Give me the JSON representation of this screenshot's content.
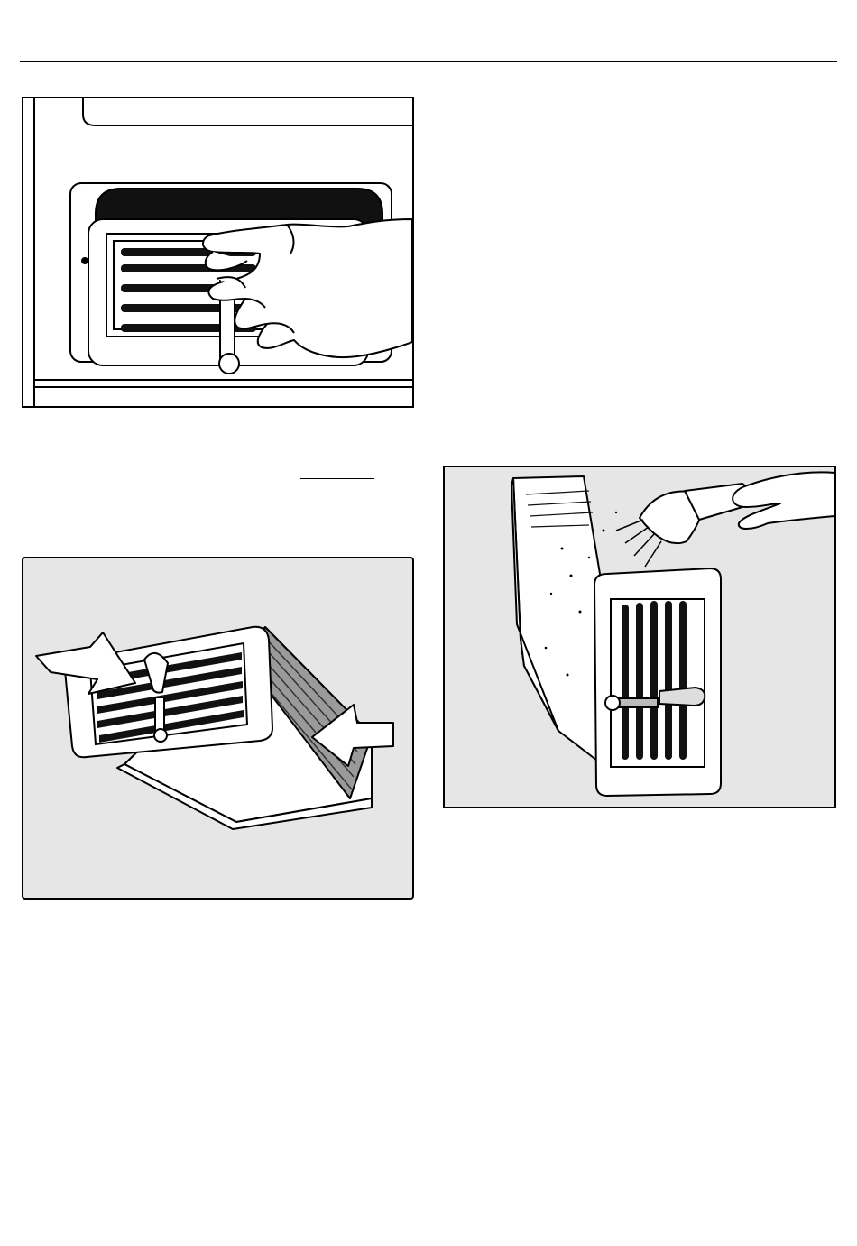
{
  "page": {
    "illustrations": [
      {
        "id": "remove-filter",
        "subject": "hand-pulling-filter-from-housing-icon"
      },
      {
        "id": "insert-filter",
        "subject": "filter-with-arrows-icon"
      },
      {
        "id": "rinse-filter",
        "subject": "filter-rinsed-under-shower-icon"
      }
    ]
  }
}
